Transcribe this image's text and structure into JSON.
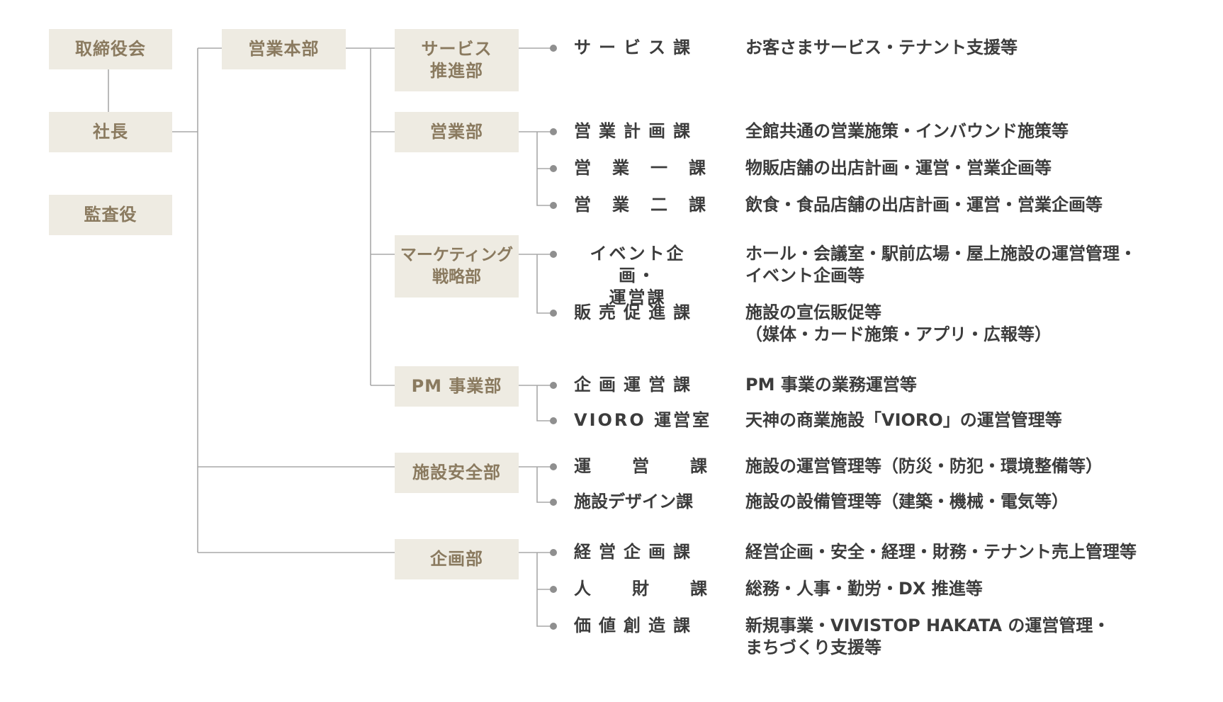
{
  "top": [
    {
      "label": "取締役会"
    },
    {
      "label": "社長"
    },
    {
      "label": "監査役"
    }
  ],
  "eigyo_honbu": {
    "label": "営業本部"
  },
  "departments": [
    {
      "label": "サービス\n推進部",
      "sections": [
        {
          "name": "サービス課",
          "desc": "お客さまサービス・テナント支援等"
        }
      ]
    },
    {
      "label": "営業部",
      "sections": [
        {
          "name": "営業計画課",
          "desc": "全館共通の営業施策・インバウンド施策等"
        },
        {
          "name": "営業一課",
          "desc": "物販店舗の出店計画・運営・営業企画等"
        },
        {
          "name": "営業二課",
          "desc": "飲食・食品店舗の出店計画・運営・営業企画等"
        }
      ]
    },
    {
      "label": "マーケティング\n戦略部",
      "sections": [
        {
          "name": "イベント企画・\n運営課",
          "desc": "ホール・会議室・駅前広場・屋上施設の運営管理・\nイベント企画等"
        },
        {
          "name": "販売促進課",
          "desc": "施設の宣伝販促等\n（媒体・カード施策・アプリ・広報等）"
        }
      ]
    },
    {
      "label": "PM 事業部",
      "sections": [
        {
          "name": "企画運営課",
          "desc": "PM 事業の業務運営等"
        },
        {
          "name": "VIORO 運営室",
          "desc": "天神の商業施設「VIORO」の運営管理等"
        }
      ]
    },
    {
      "label": "施設安全部",
      "sections": [
        {
          "name": "運営課",
          "desc": "施設の運営管理等（防災・防犯・環境整備等）"
        },
        {
          "name": "施設デザイン課",
          "desc": "施設の設備管理等（建築・機械・電気等）"
        }
      ]
    },
    {
      "label": "企画部",
      "sections": [
        {
          "name": "経営企画課",
          "desc": "経営企画・安全・経理・財務・テナント売上管理等"
        },
        {
          "name": "人財課",
          "desc": "総務・人事・勤労・DX 推進等"
        },
        {
          "name": "価値創造課",
          "desc": "新規事業・VIVISTOP HAKATA の運営管理・\nまちづくり支援等"
        }
      ]
    }
  ],
  "colors": {
    "box_bg": "#eeebe2",
    "box_text": "#8a7a5f",
    "line": "#a8a8a8",
    "text": "#3c3c3c"
  }
}
